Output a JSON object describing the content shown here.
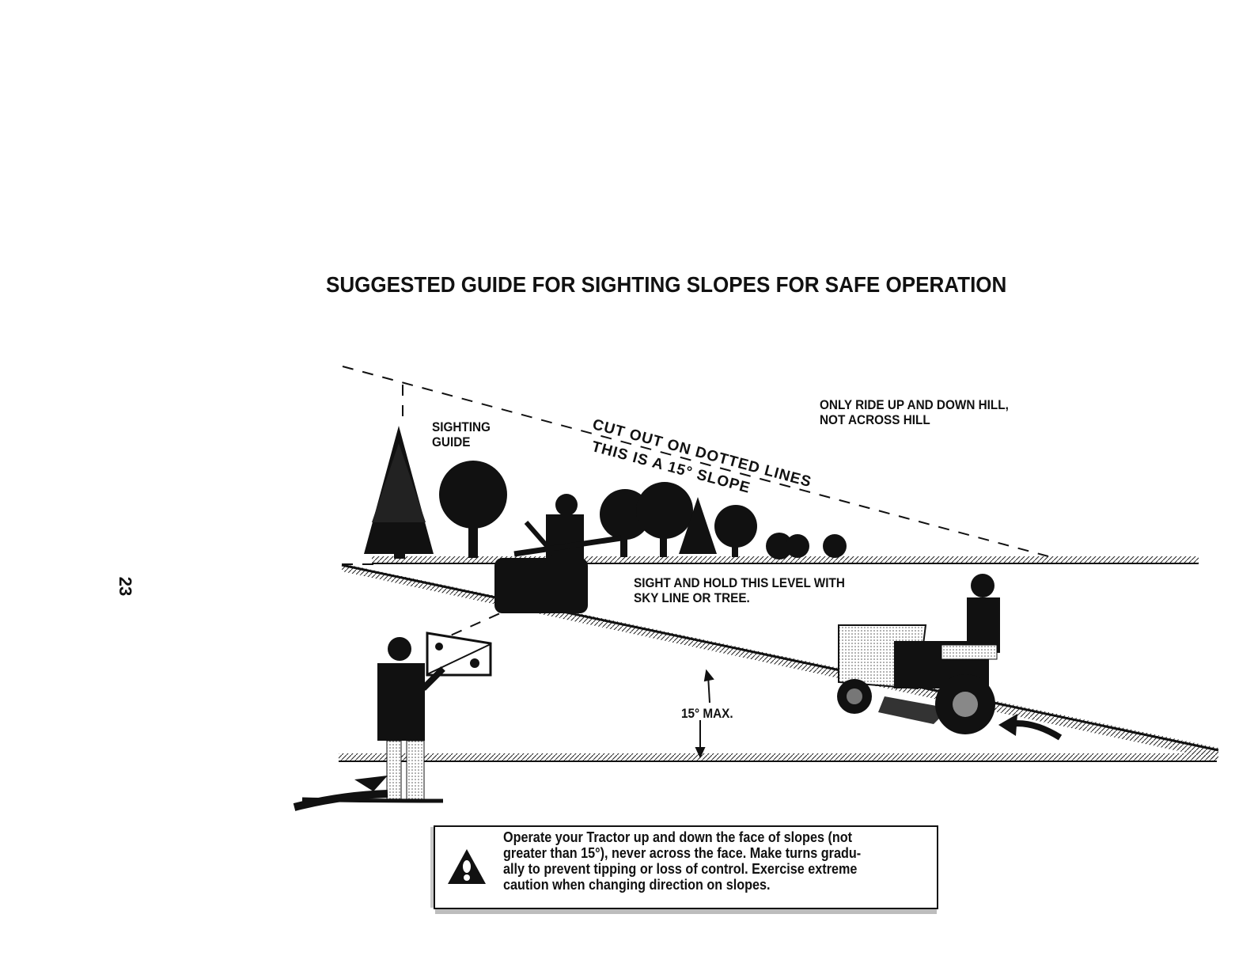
{
  "page": {
    "number": "23",
    "title": "SUGGESTED GUIDE FOR SIGHTING SLOPES FOR SAFE OPERATION"
  },
  "illustration": {
    "sighting_guide": [
      "SIGHTING",
      "GUIDE"
    ],
    "cut_out": "CUT OUT ON DOTTED LINES",
    "slope_note": "THIS IS A 15° SLOPE",
    "ride_note": [
      "ONLY RIDE UP AND DOWN HILL,",
      "NOT ACROSS HILL"
    ],
    "sight_note": [
      "SIGHT AND HOLD THIS LEVEL WITH",
      "SKY LINE OR TREE."
    ],
    "max_angle": "15° MAX."
  },
  "warning": {
    "icon": "warning-triangle-icon",
    "lines": [
      "Operate your Tractor up and down the face of slopes (not",
      "greater than 15°), never across the face. Make turns gradu-",
      "ally to prevent tipping or loss of control. Exercise extreme",
      "caution when changing direction on slopes."
    ]
  }
}
